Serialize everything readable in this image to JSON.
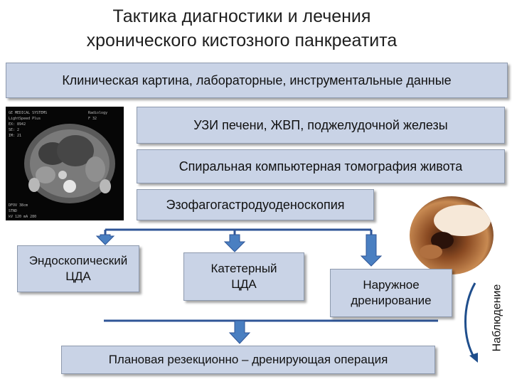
{
  "title": {
    "line1": "Тактика диагностики и лечения",
    "line2": "хронического кистозного панкреатита"
  },
  "boxes": {
    "clinical": "Клиническая картина, лабораторные, инструментальные данные",
    "uzi": "УЗИ печени, ЖВП, поджелудочной железы",
    "ct": "Спиральная компьютерная томография живота",
    "egd": "Эзофагогастродуоденоскопия",
    "endoscopic": "Эндоскопический\nЦДА",
    "catheter": "Катетерный\nЦДА",
    "external": "Наружное\nдренирование",
    "planned": "Плановая резекционно – дренирующая операция"
  },
  "observation_label": "Наблюдение",
  "images": {
    "ct_scan": "ct-scan-image",
    "endoscopy": "endoscopy-image"
  },
  "colors": {
    "box_fill": "#c9d3e6",
    "box_border": "#8d99ad",
    "arrow_fill": "#4a7fc1",
    "connector": "#2f5597",
    "curved_arrow": "#1f4e8c"
  }
}
